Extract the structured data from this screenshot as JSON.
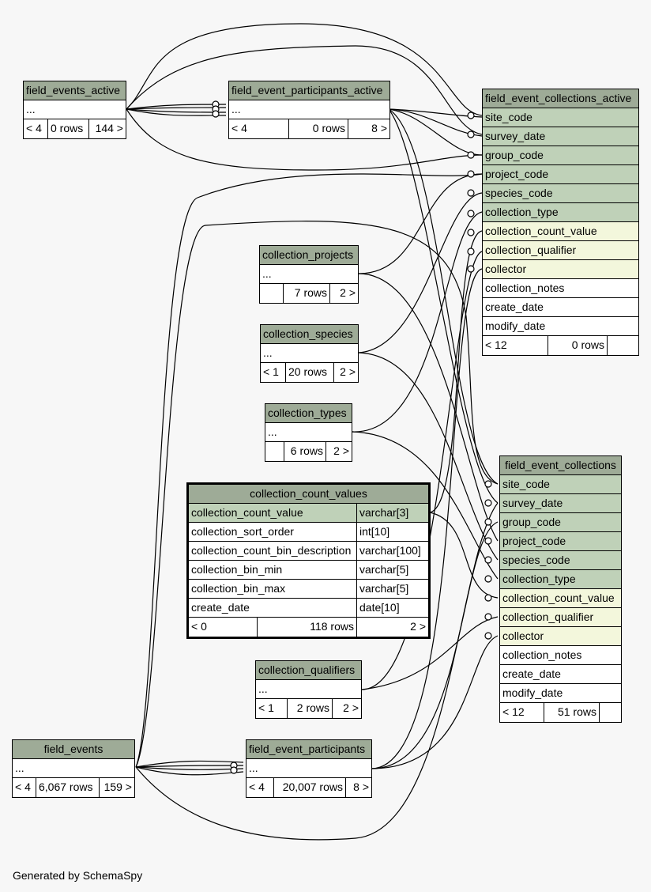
{
  "tables": {
    "field_events_active": {
      "name": "field_events_active",
      "body": "...",
      "stats": [
        "< 4",
        "0 rows",
        "144 >"
      ]
    },
    "field_event_participants_active": {
      "name": "field_event_participants_active",
      "body": "...",
      "stats": [
        "< 4",
        "0 rows",
        "8 >"
      ]
    },
    "field_event_collections_active": {
      "name": "field_event_collections_active",
      "columns": [
        "site_code",
        "survey_date",
        "group_code",
        "project_code",
        "species_code",
        "collection_type",
        "collection_count_value",
        "collection_qualifier",
        "collector",
        "collection_notes",
        "create_date",
        "modify_date"
      ],
      "stats": [
        "< 12",
        "0 rows",
        ""
      ]
    },
    "collection_projects": {
      "name": "collection_projects",
      "body": "...",
      "stats": [
        "",
        "7 rows",
        "2 >"
      ]
    },
    "collection_species": {
      "name": "collection_species",
      "body": "...",
      "stats": [
        "< 1",
        "20 rows",
        "2 >"
      ]
    },
    "collection_types": {
      "name": "collection_types",
      "body": "...",
      "stats": [
        "",
        "6 rows",
        "2 >"
      ]
    },
    "collection_count_values": {
      "name": "collection_count_values",
      "columns": [
        {
          "name": "collection_count_value",
          "type": "varchar[3]"
        },
        {
          "name": "collection_sort_order",
          "type": "int[10]"
        },
        {
          "name": "collection_count_bin_description",
          "type": "varchar[100]"
        },
        {
          "name": "collection_bin_min",
          "type": "varchar[5]"
        },
        {
          "name": "collection_bin_max",
          "type": "varchar[5]"
        },
        {
          "name": "create_date",
          "type": "date[10]"
        }
      ],
      "stats": [
        "< 0",
        "118 rows",
        "2 >"
      ]
    },
    "field_event_collections": {
      "name": "field_event_collections",
      "columns": [
        "site_code",
        "survey_date",
        "group_code",
        "project_code",
        "species_code",
        "collection_type",
        "collection_count_value",
        "collection_qualifier",
        "collector",
        "collection_notes",
        "create_date",
        "modify_date"
      ],
      "stats": [
        "< 12",
        "51 rows",
        ""
      ]
    },
    "collection_qualifiers": {
      "name": "collection_qualifiers",
      "body": "...",
      "stats": [
        "< 1",
        "2 rows",
        "2 >"
      ]
    },
    "field_events": {
      "name": "field_events",
      "body": "...",
      "stats": [
        "< 4",
        "6,067 rows",
        "159 >"
      ]
    },
    "field_event_participants": {
      "name": "field_event_participants",
      "body": "...",
      "stats": [
        "< 4",
        "20,007 rows",
        "8 >"
      ]
    }
  },
  "footer": "Generated by SchemaSpy",
  "colors": {
    "header": "#9eab97",
    "pk_row": "#bfd1b8",
    "fk_row": "#f3f7dc",
    "background": "#f7f7f7"
  }
}
